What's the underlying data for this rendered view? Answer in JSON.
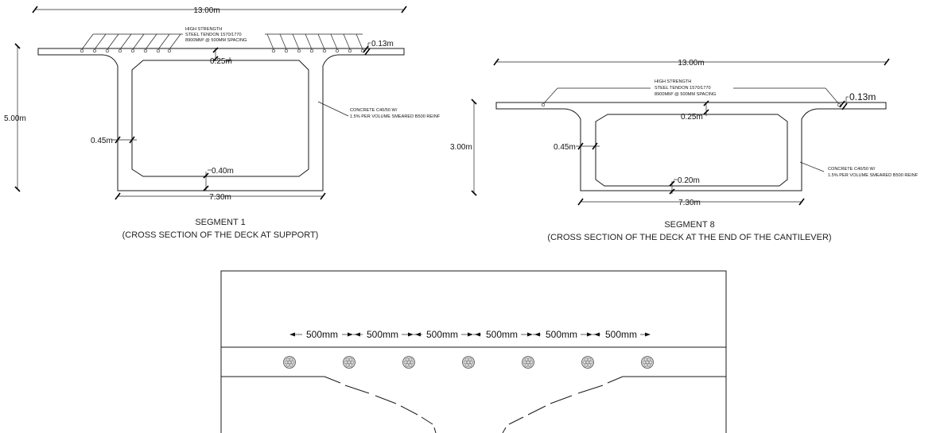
{
  "segment1": {
    "overall_width": "13.00m",
    "flange_thickness": "0.13m",
    "top_slab": "0.25m",
    "height": "5.00m",
    "web": "0.45m",
    "bottom_slab": "0.40m",
    "bottom_width": "7.30m",
    "tendon_note": [
      "HIGH STRENGTH",
      "STEEL TENDON 1570/1770",
      "8900MM² @ 500MM SPACING"
    ],
    "concrete_note": [
      "CONCRETE C40/50 W/",
      "1.5% PER VOLUME SMEARED B500 REINF"
    ],
    "title": "SEGMENT 1",
    "subtitle": "(CROSS SECTION OF THE DECK AT SUPPORT)"
  },
  "segment8": {
    "overall_width": "13.00m",
    "flange_thickness": "0.13m",
    "top_slab": "0.25m",
    "height": "3.00m",
    "web": "0.45m",
    "bottom_slab": "0.20m",
    "bottom_width": "7.30m",
    "tendon_note": [
      "HIGH STRENGTH",
      "STEEL TENDON 1570/1770",
      "8900MM² @ 500MM SPACING"
    ],
    "concrete_note": [
      "CONCRETE C40/50 W/",
      "1.5% PER VOLUME SMEARED B500 REINF"
    ],
    "title": "SEGMENT 8",
    "subtitle": "(CROSS SECTION OF THE DECK AT THE END OF THE CANTILEVER)"
  },
  "detail": {
    "spacings": [
      "500mm",
      "500mm",
      "500mm",
      "500mm",
      "500mm",
      "500mm"
    ]
  }
}
